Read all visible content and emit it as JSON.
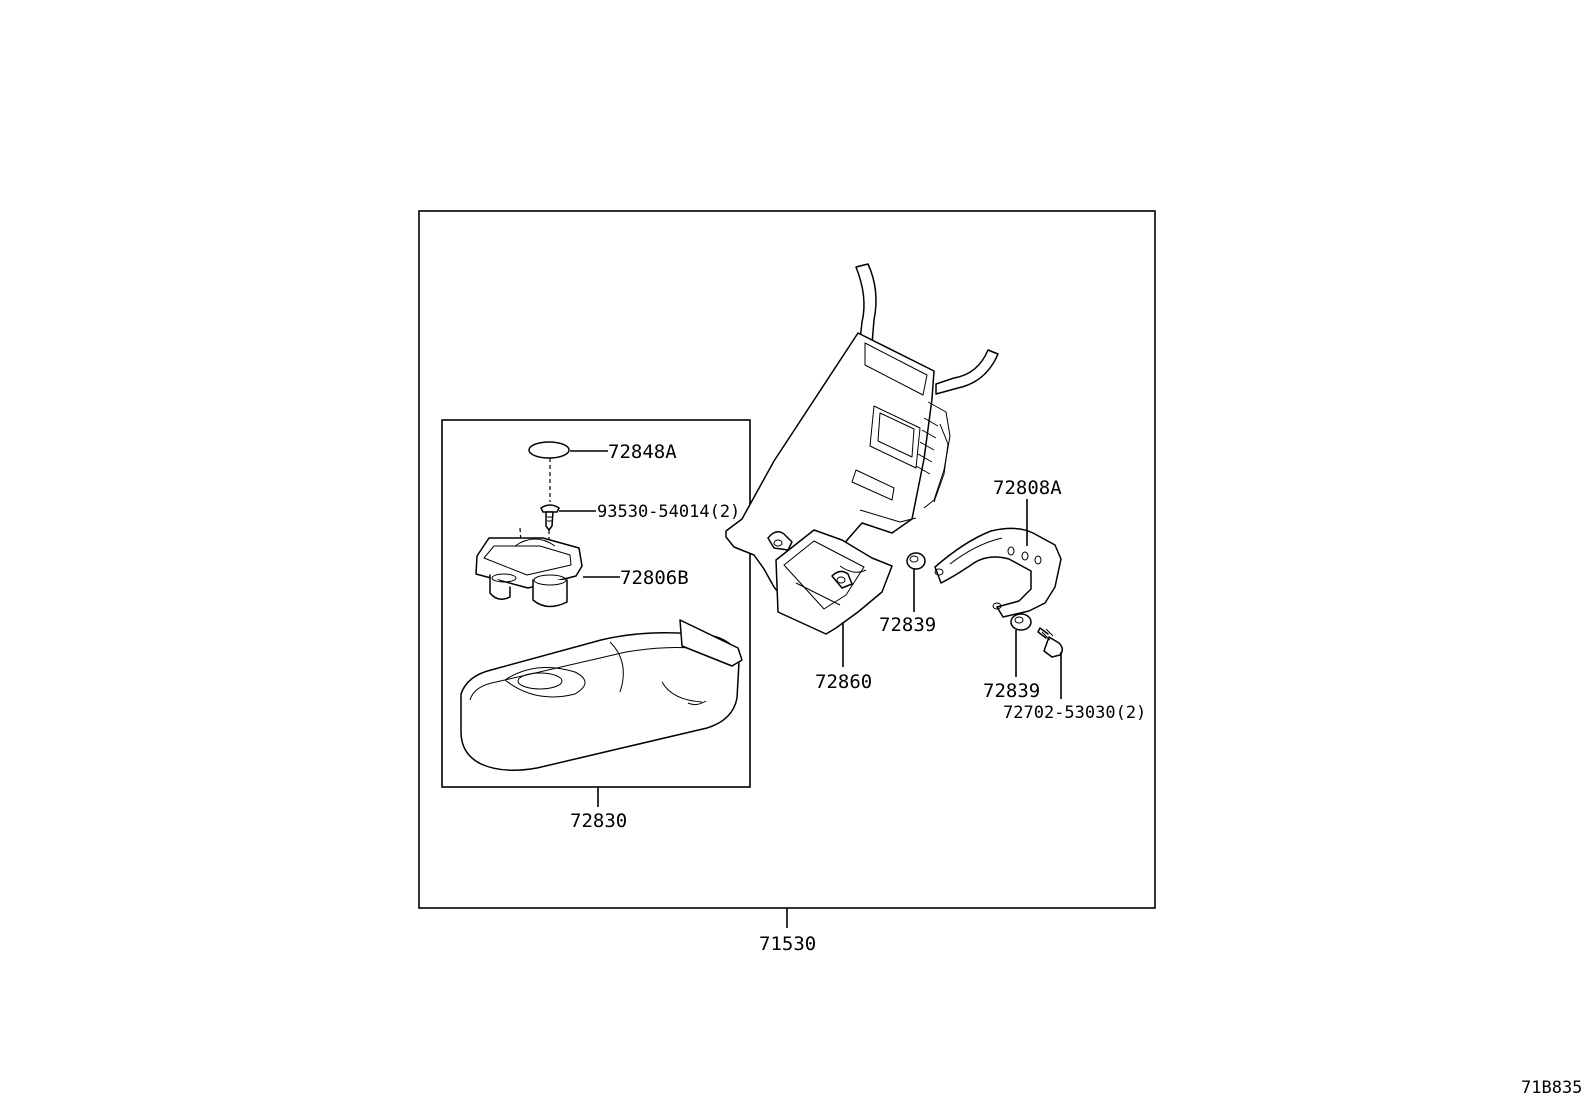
{
  "diagram_id": "71B835",
  "callouts": {
    "p71530": "71530",
    "p72830": "72830",
    "p72848A": "72848A",
    "p93530": "93530-54014(2)",
    "p72806B": "72806B",
    "p72860": "72860",
    "p72839a": "72839",
    "p72839b": "72839",
    "p72808A": "72808A",
    "p72702": "72702-53030(2)"
  }
}
